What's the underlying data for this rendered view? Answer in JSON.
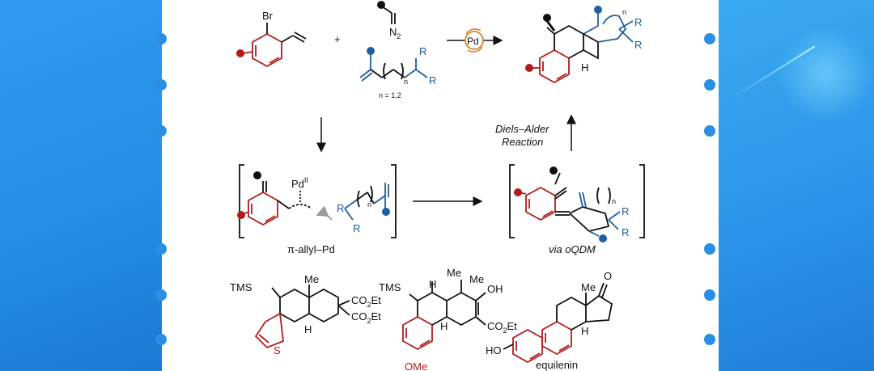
{
  "reactants": {
    "bromo_label": "Br",
    "plus": "+",
    "diazo_label": "N",
    "diazo_sub": "2",
    "n_label": "n",
    "n_range": "n = 1,2",
    "r_top": "R",
    "r_bottom": "R"
  },
  "catalyst": {
    "label": "Pd"
  },
  "product": {
    "n_label": "n",
    "r1": "R",
    "r2": "R",
    "h_label": "H"
  },
  "intermediate_left": {
    "pd_label": "Pd",
    "pd_ox": "II",
    "caption": "π-allyl–Pd",
    "n_label": "n",
    "r1": "R",
    "r2": "R"
  },
  "intermediate_right": {
    "caption": "via oQDM",
    "n_label": "n",
    "r1": "R",
    "r2": "R"
  },
  "diels_alder": {
    "line1": "Diels–Alder",
    "line2": "Reaction"
  },
  "examples": {
    "ex1": {
      "tms": "TMS",
      "me": "Me",
      "co2et_1": "CO",
      "co2et_1b": "Et",
      "co2et_2": "CO",
      "co2et_2b": "Et",
      "sub": "2",
      "s": "S",
      "h": "H"
    },
    "ex2": {
      "tms": "TMS",
      "me1": "Me",
      "me2": "Me",
      "oh": "OH",
      "co2et": "CO",
      "co2et_b": "Et",
      "sub": "2",
      "h1": "H",
      "h2": "H",
      "ome": "OMe"
    },
    "ex3": {
      "me": "Me",
      "o": "O",
      "ho": "HO",
      "h": "H",
      "name": "equilenin"
    }
  },
  "colors": {
    "red": "#b31b1b",
    "blue": "#1f5f9e",
    "orange": "#d9822b",
    "black": "#111111",
    "arrow_gray": "#9a9a9a"
  }
}
